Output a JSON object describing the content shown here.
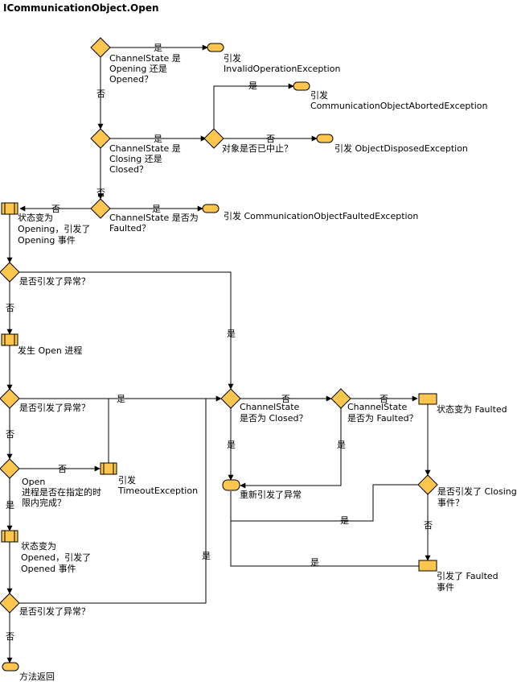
{
  "title": "ICommunicationObject.Open",
  "labels": {
    "yes": "是",
    "no": "否"
  },
  "nodes": {
    "d1": [
      "ChannelState 是",
      "Opening 还是",
      "Opened？"
    ],
    "t_invalid": [
      "引发",
      "InvalidOperationException"
    ],
    "d2": [
      "ChannelState 是",
      "Closing 还是",
      "Closed？"
    ],
    "d_aborted": [
      "对象是否已中止？"
    ],
    "t_aborted": [
      "引发",
      "CommunicationObjectAbortedException"
    ],
    "t_disposed": [
      "引发 ObjectDisposedException"
    ],
    "d3": [
      "ChannelState 是否为",
      "Faulted？"
    ],
    "t_faulted_exc": [
      "引发 CommunicationObjectFaultedException"
    ],
    "p_opening": [
      "状态变为",
      "Opening，引发了",
      "Opening 事件"
    ],
    "d_exc1": [
      "是否引发了异常？"
    ],
    "p_open": [
      "发生 Open 进程"
    ],
    "d_exc2": [
      "是否引发了异常？"
    ],
    "d_timely": [
      "Open",
      "进程是否在指定的时",
      "限内完成？"
    ],
    "p_timeout": [
      "引发",
      "TimeoutException"
    ],
    "p_opened": [
      "状态变为",
      "Opened，引发了",
      "Opened 事件"
    ],
    "d_exc3": [
      "是否引发了异常？"
    ],
    "t_return": [
      "方法返回"
    ],
    "d_closed": [
      "ChannelState",
      "是否为 Closed？"
    ],
    "d_faulted": [
      "ChannelState",
      "是否为 Faulted？"
    ],
    "p_to_faulted": [
      "状态变为 Faulted"
    ],
    "t_rethrow": [
      "重新引发了异常"
    ],
    "d_closing_evt": [
      "是否引发了 Closing",
      "事件？"
    ],
    "p_faulted_evt": [
      "引发了 Faulted",
      "事件"
    ]
  }
}
